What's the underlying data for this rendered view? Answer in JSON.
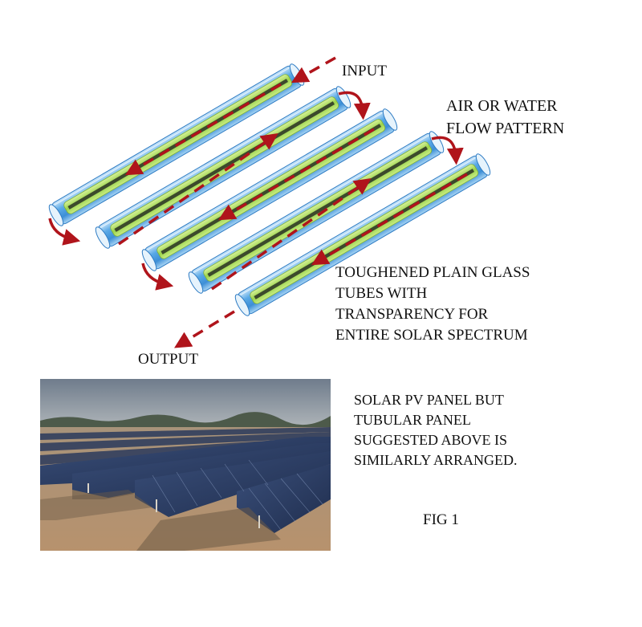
{
  "diagram": {
    "input_label": "INPUT",
    "output_label": "OUTPUT",
    "flow_label_line1": "AIR OR WATER",
    "flow_label_line2": "FLOW PATTERN",
    "tube_label_line1": "TOUGHENED PLAIN GLASS",
    "tube_label_line2": "TUBES WITH",
    "tube_label_line3": "TRANSPARENCY FOR",
    "tube_label_line4": "ENTIRE SOLAR SPECTRUM",
    "tube_count": 5,
    "colors": {
      "glass_tube": "#5aa9e6",
      "inner_absorber": "#9bd34a",
      "core_rod": "#3c4a2c",
      "flow_arrow": "#b0141b"
    }
  },
  "photo": {
    "caption_line1": "SOLAR PV PANEL BUT",
    "caption_line2": "TUBULAR PANEL",
    "caption_line3": "SUGGESTED ABOVE IS",
    "caption_line4": "SIMILARLY ARRANGED."
  },
  "figure_label": "FIG 1"
}
